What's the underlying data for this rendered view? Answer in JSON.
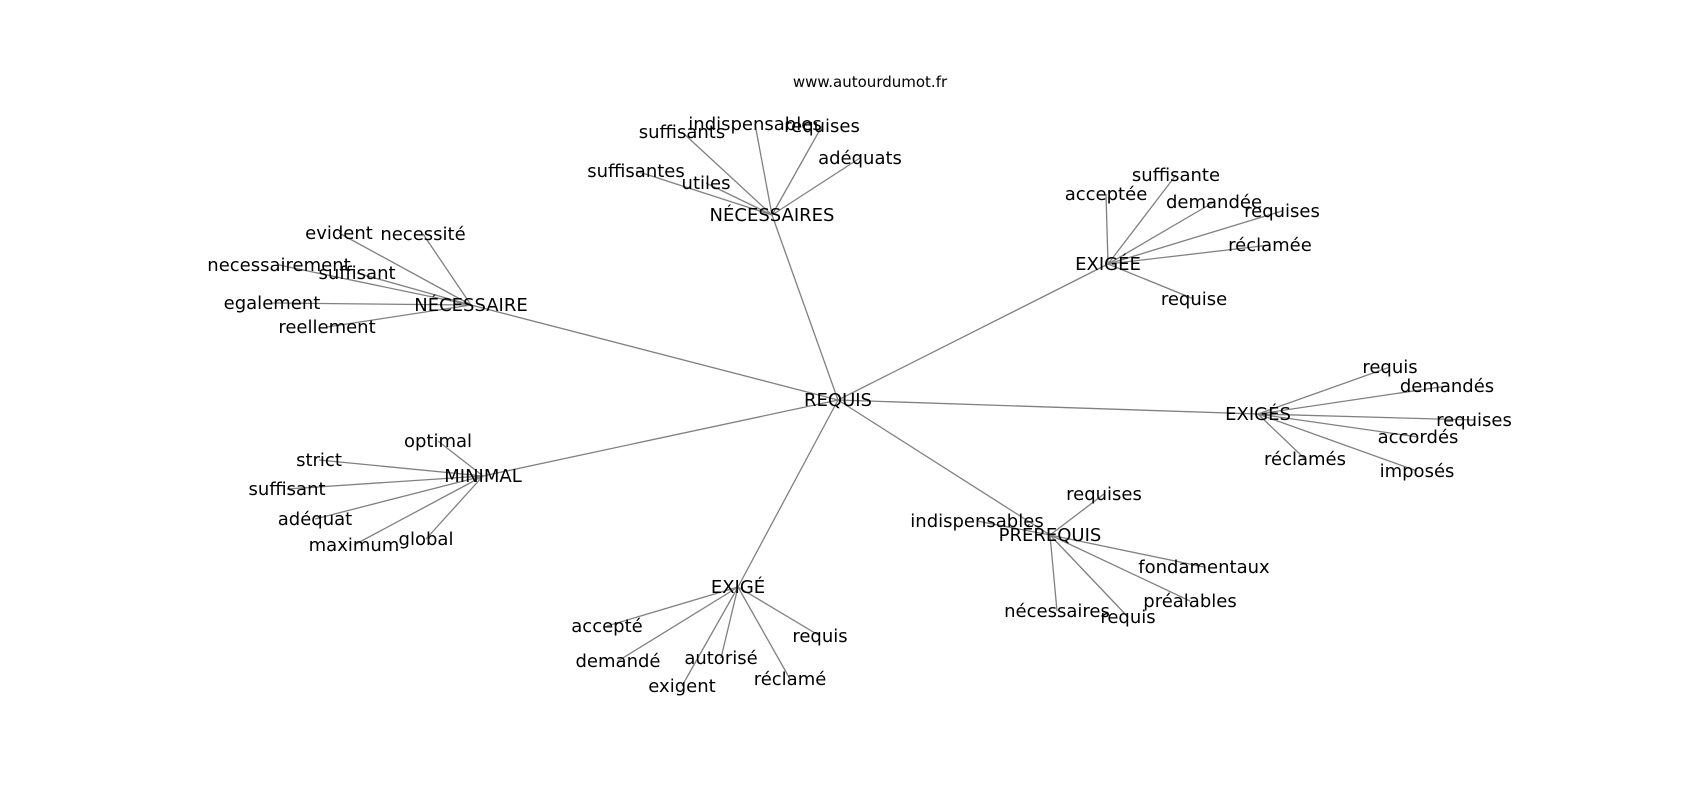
{
  "watermark": "www.autourdumot.fr",
  "graph": {
    "center": "REQUIS",
    "groups": [
      {
        "hub": "NÉCESSAIRES",
        "words": [
          "suffisants",
          "indispensables",
          "requises",
          "adéquats",
          "suffisantes",
          "utiles"
        ]
      },
      {
        "hub": "EXIGÉE",
        "words": [
          "suffisante",
          "acceptée",
          "demandée",
          "requises",
          "réclamée",
          "requise"
        ]
      },
      {
        "hub": "NÉCESSAIRE",
        "words": [
          "evident",
          "necessité",
          "necessairement",
          "suffisant",
          "egalement",
          "reellement"
        ]
      },
      {
        "hub": "EXIGÉS",
        "words": [
          "requis",
          "demandés",
          "requises",
          "accordés",
          "réclamés",
          "imposés"
        ]
      },
      {
        "hub": "MINIMAL",
        "words": [
          "optimal",
          "strict",
          "suffisant",
          "adéquat",
          "maximum",
          "global"
        ]
      },
      {
        "hub": "PRÉREQUIS",
        "words": [
          "requises",
          "indispensables",
          "fondamentaux",
          "préalables",
          "nécessaires",
          "requis"
        ]
      },
      {
        "hub": "EXIGÉ",
        "words": [
          "accepté",
          "demandé",
          "autorisé",
          "requis",
          "exigent",
          "réclamé"
        ]
      }
    ]
  }
}
